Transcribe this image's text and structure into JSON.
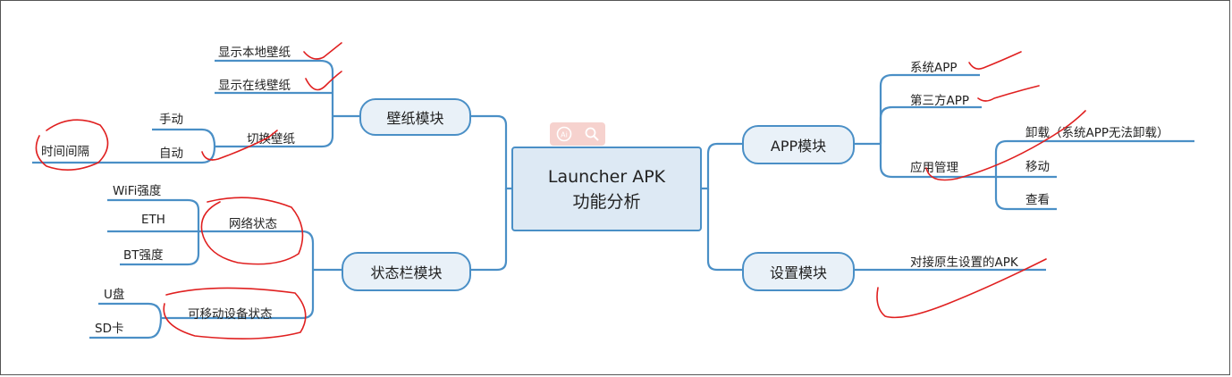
{
  "center": {
    "line1": "Launcher APK",
    "line2": "功能分析"
  },
  "wallpaper": {
    "label": "壁纸模块",
    "items": [
      "显示本地壁纸",
      "显示在线壁纸",
      "切换壁纸"
    ],
    "switch_items": [
      "手动",
      "自动"
    ],
    "auto_items": [
      "时间间隔"
    ]
  },
  "statusbar": {
    "label": "状态栏模块",
    "items": [
      "网络状态",
      "可移动设备状态"
    ],
    "network_items": [
      "WiFi强度",
      "ETH",
      "BT强度"
    ],
    "device_items": [
      "U盘",
      "SD卡"
    ]
  },
  "app": {
    "label": "APP模块",
    "items": [
      "系统APP",
      "第三方APP",
      "应用管理"
    ],
    "manage_items": [
      "卸载（系统APP无法卸载）",
      "移动",
      "查看"
    ]
  },
  "settings": {
    "label": "设置模块",
    "items": [
      "对接原生设置的APK"
    ]
  },
  "toolbar": {
    "ai_icon": "ai-icon",
    "search_icon": "search-icon"
  },
  "colors": {
    "line": "#4a8fc6",
    "node_fill": "#e9f1f8",
    "annotation": "#e02020"
  }
}
